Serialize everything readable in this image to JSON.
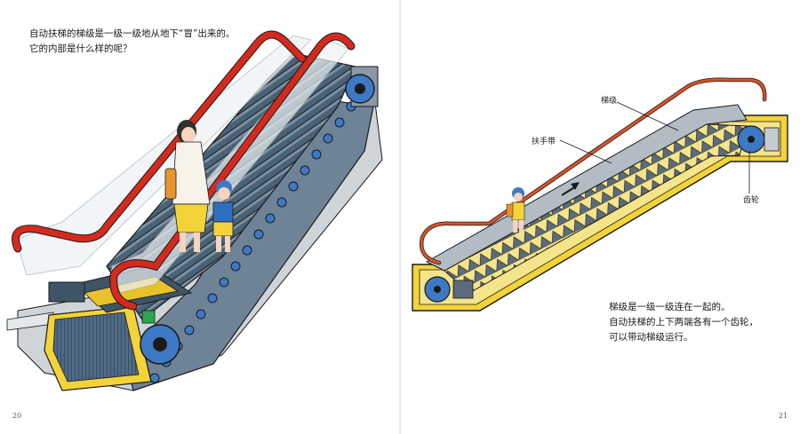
{
  "left_page": {
    "caption_lines": [
      "自动扶梯的梯级是一级一级地从地下“冒”出来的。",
      "它的内部是什么样的呢？"
    ],
    "page_number": "20"
  },
  "right_page": {
    "labels": {
      "steps": "梯级",
      "handrail": "扶手带",
      "gear": "齿轮"
    },
    "caption_lines": [
      "梯级是一级一级连在一起的。",
      "自动扶梯的上下两端各有一个齿轮，",
      "可以带动梯级运行。"
    ],
    "page_number": "21"
  },
  "colors": {
    "handrail": "#d42a1e",
    "steps": "#3f5466",
    "gear": "#3d79c4",
    "machine_room": "#f4e48a",
    "outline": "#1a1a1a"
  }
}
